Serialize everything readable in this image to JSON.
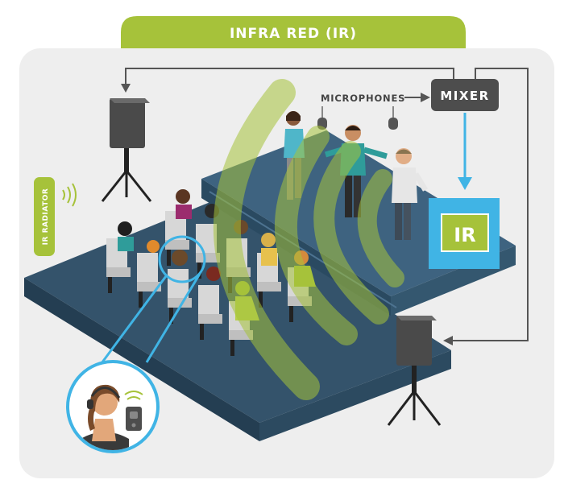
{
  "banner": {
    "title": "INFRA RED (IR)"
  },
  "labels": {
    "microphones": "MICROPHONES",
    "mixer": "MIXER",
    "ir_unit": "IR",
    "ir_radiator": "IR RADIATOR"
  },
  "colors": {
    "accent_green": "#a6c23a",
    "ir_blue": "#40b4e5",
    "mixer_gray": "#4d4d4d",
    "stage_navy": "#34536b",
    "background_panel": "#eeeeee"
  },
  "icons": {
    "wave": "signal-waves-icon",
    "speaker": "loudspeaker-icon",
    "mic": "microphone-icon",
    "receiver": "ir-receiver-icon"
  }
}
